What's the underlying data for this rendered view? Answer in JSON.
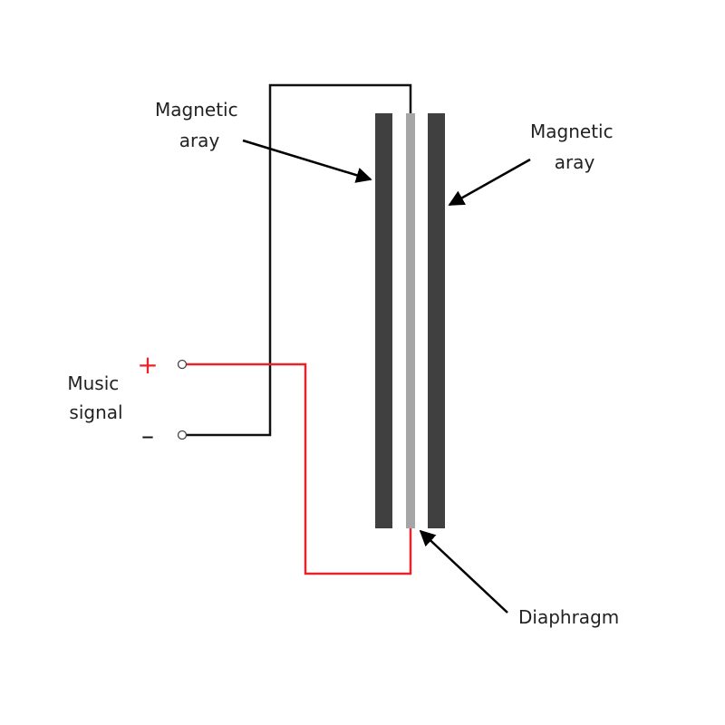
{
  "colors": {
    "background": "#ffffff",
    "magnet": "#404040",
    "diaphragm": "#a6a6a6",
    "wire_negative": "#111111",
    "wire_positive": "#e8242a",
    "text": "#222222",
    "arrow": "#000000"
  },
  "labels": {
    "left_magnet": [
      "Magnetic",
      "aray"
    ],
    "right_magnet": [
      "Magnetic",
      "aray"
    ],
    "music_signal": [
      "Music",
      "signal"
    ],
    "diaphragm": "Diaphragm",
    "plus_sign": "+",
    "minus_sign": "–"
  }
}
